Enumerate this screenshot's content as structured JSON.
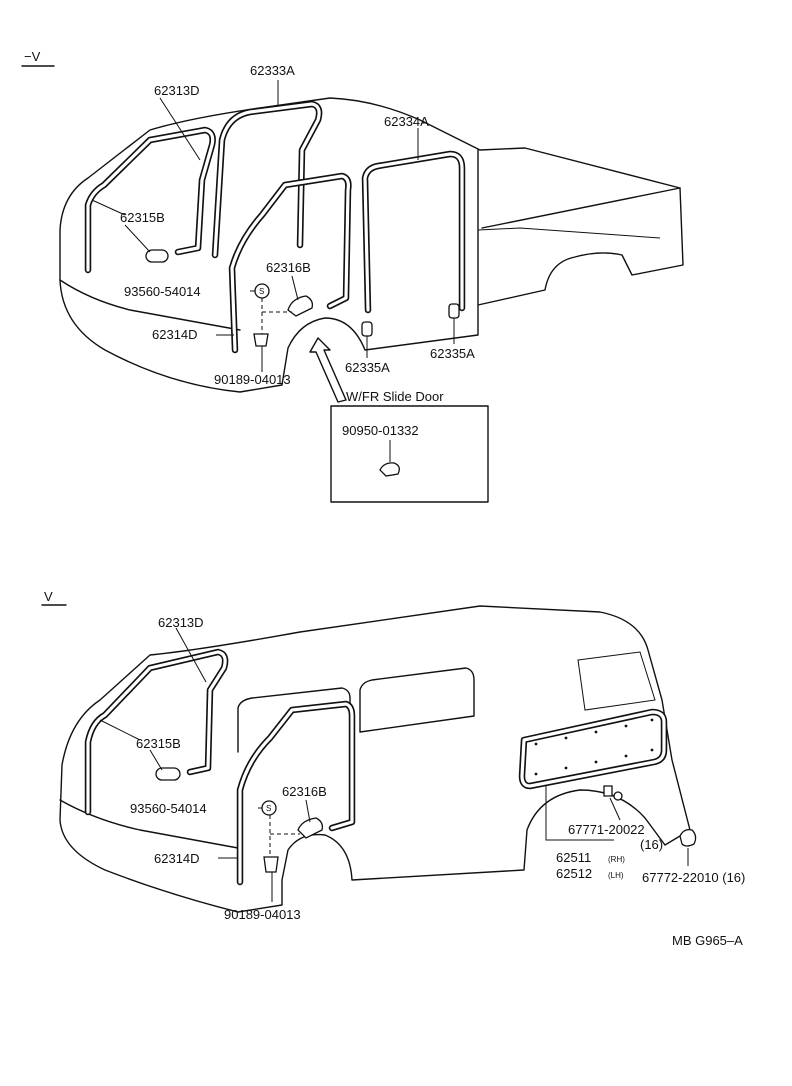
{
  "variants": {
    "top": "−V",
    "bottom": "V"
  },
  "top_labels": {
    "p62313D": "62313D",
    "p62333A": "62333A",
    "p62334A": "62334A",
    "p62315B": "62315B",
    "p62316B": "62316B",
    "p93560": "93560-54014",
    "p62314D": "62314D",
    "p62335A_left": "62335A",
    "p62335A_right": "62335A",
    "p90189": "90189-04013",
    "s_symbol": "S"
  },
  "inset": {
    "title": "W/FR Slide Door",
    "part": "90950-01332"
  },
  "bottom_labels": {
    "p62313D": "62313D",
    "p62315B": "62315B",
    "p93560": "93560-54014",
    "p62316B": "62316B",
    "p62314D": "62314D",
    "p90189": "90189-04013",
    "p67771": "67771-20022",
    "p67771_qty": "(16)",
    "p62511": "62511",
    "p62511_side": "(RH)",
    "p62512": "62512",
    "p62512_side": "(LH)",
    "p67772": "67772-22010 (16)",
    "s_symbol": "S"
  },
  "figure_code": "MB G965–A"
}
